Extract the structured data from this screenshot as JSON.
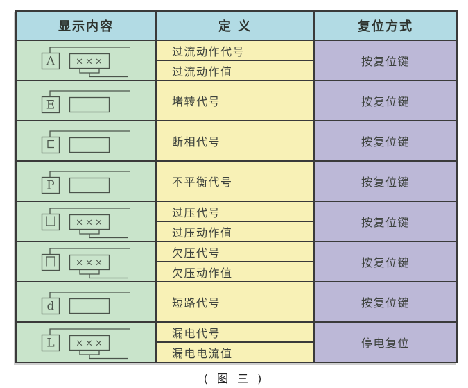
{
  "table": {
    "headers": [
      {
        "id": "display",
        "label": "显示内容"
      },
      {
        "id": "definition",
        "label": "定 义"
      },
      {
        "id": "reset",
        "label": "复位方式"
      }
    ],
    "xxx_text": "×××",
    "rows": [
      {
        "code": "A",
        "code_style": "text",
        "has_value_display": true,
        "definitions": [
          "过流动作代号",
          "过流动作值"
        ],
        "reset": "按复位键"
      },
      {
        "code": "E",
        "code_style": "text",
        "has_value_display": false,
        "definitions": [
          "堵转代号"
        ],
        "reset": "按复位键"
      },
      {
        "code": "c",
        "code_style": "square-c",
        "has_value_display": false,
        "definitions": [
          "断相代号"
        ],
        "reset": "按复位键"
      },
      {
        "code": "P",
        "code_style": "text",
        "has_value_display": false,
        "definitions": [
          "不平衡代号"
        ],
        "reset": "按复位键"
      },
      {
        "code": "⊔",
        "code_style": "square-u",
        "has_value_display": true,
        "definitions": [
          "过压代号",
          "过压动作值"
        ],
        "reset": "按复位键"
      },
      {
        "code": "⊓",
        "code_style": "square-n",
        "has_value_display": true,
        "definitions": [
          "欠压代号",
          "欠压动作值"
        ],
        "reset": "按复位键"
      },
      {
        "code": "d",
        "code_style": "text",
        "has_value_display": false,
        "definitions": [
          "短路代号"
        ],
        "reset": "按复位键"
      },
      {
        "code": "L",
        "code_style": "text",
        "has_value_display": true,
        "definitions": [
          "漏电代号",
          "漏电电流值"
        ],
        "reset": "停电复位"
      }
    ]
  },
  "caption": "( 图 三 )",
  "colors": {
    "header_bg": "#b2dbe4",
    "display_bg": "#c9e4cb",
    "definition_bg": "#f8f1b6",
    "reset_bg": "#bcb8d7",
    "border": "#3a3a3a",
    "icon_line": "#4b544b",
    "text": "#3d423d"
  }
}
